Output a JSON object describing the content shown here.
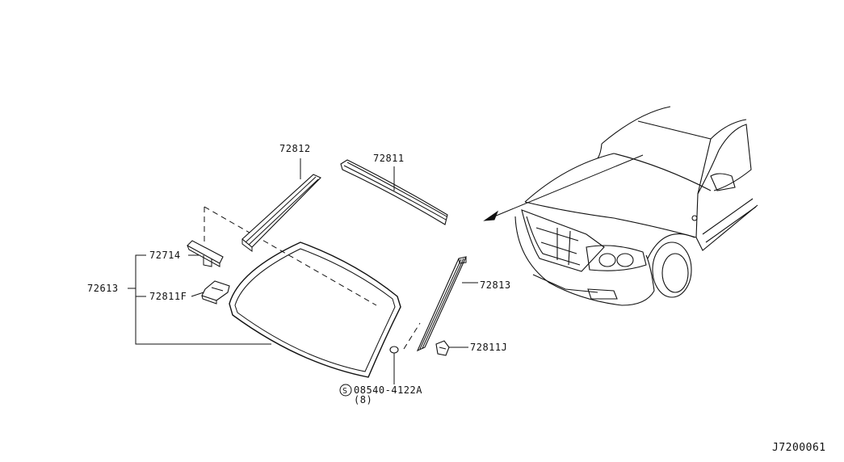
{
  "diagram": {
    "labels": {
      "p72812": "72812",
      "p72811": "72811",
      "p72714": "72714",
      "p72613": "72613",
      "p72811F": "72811F",
      "p72813": "72813",
      "p72811J": "72811J",
      "screw_symbol": "S",
      "screw_part": "08540-4122A",
      "screw_qty": "(8)",
      "drawing_code": "J7200061"
    }
  }
}
